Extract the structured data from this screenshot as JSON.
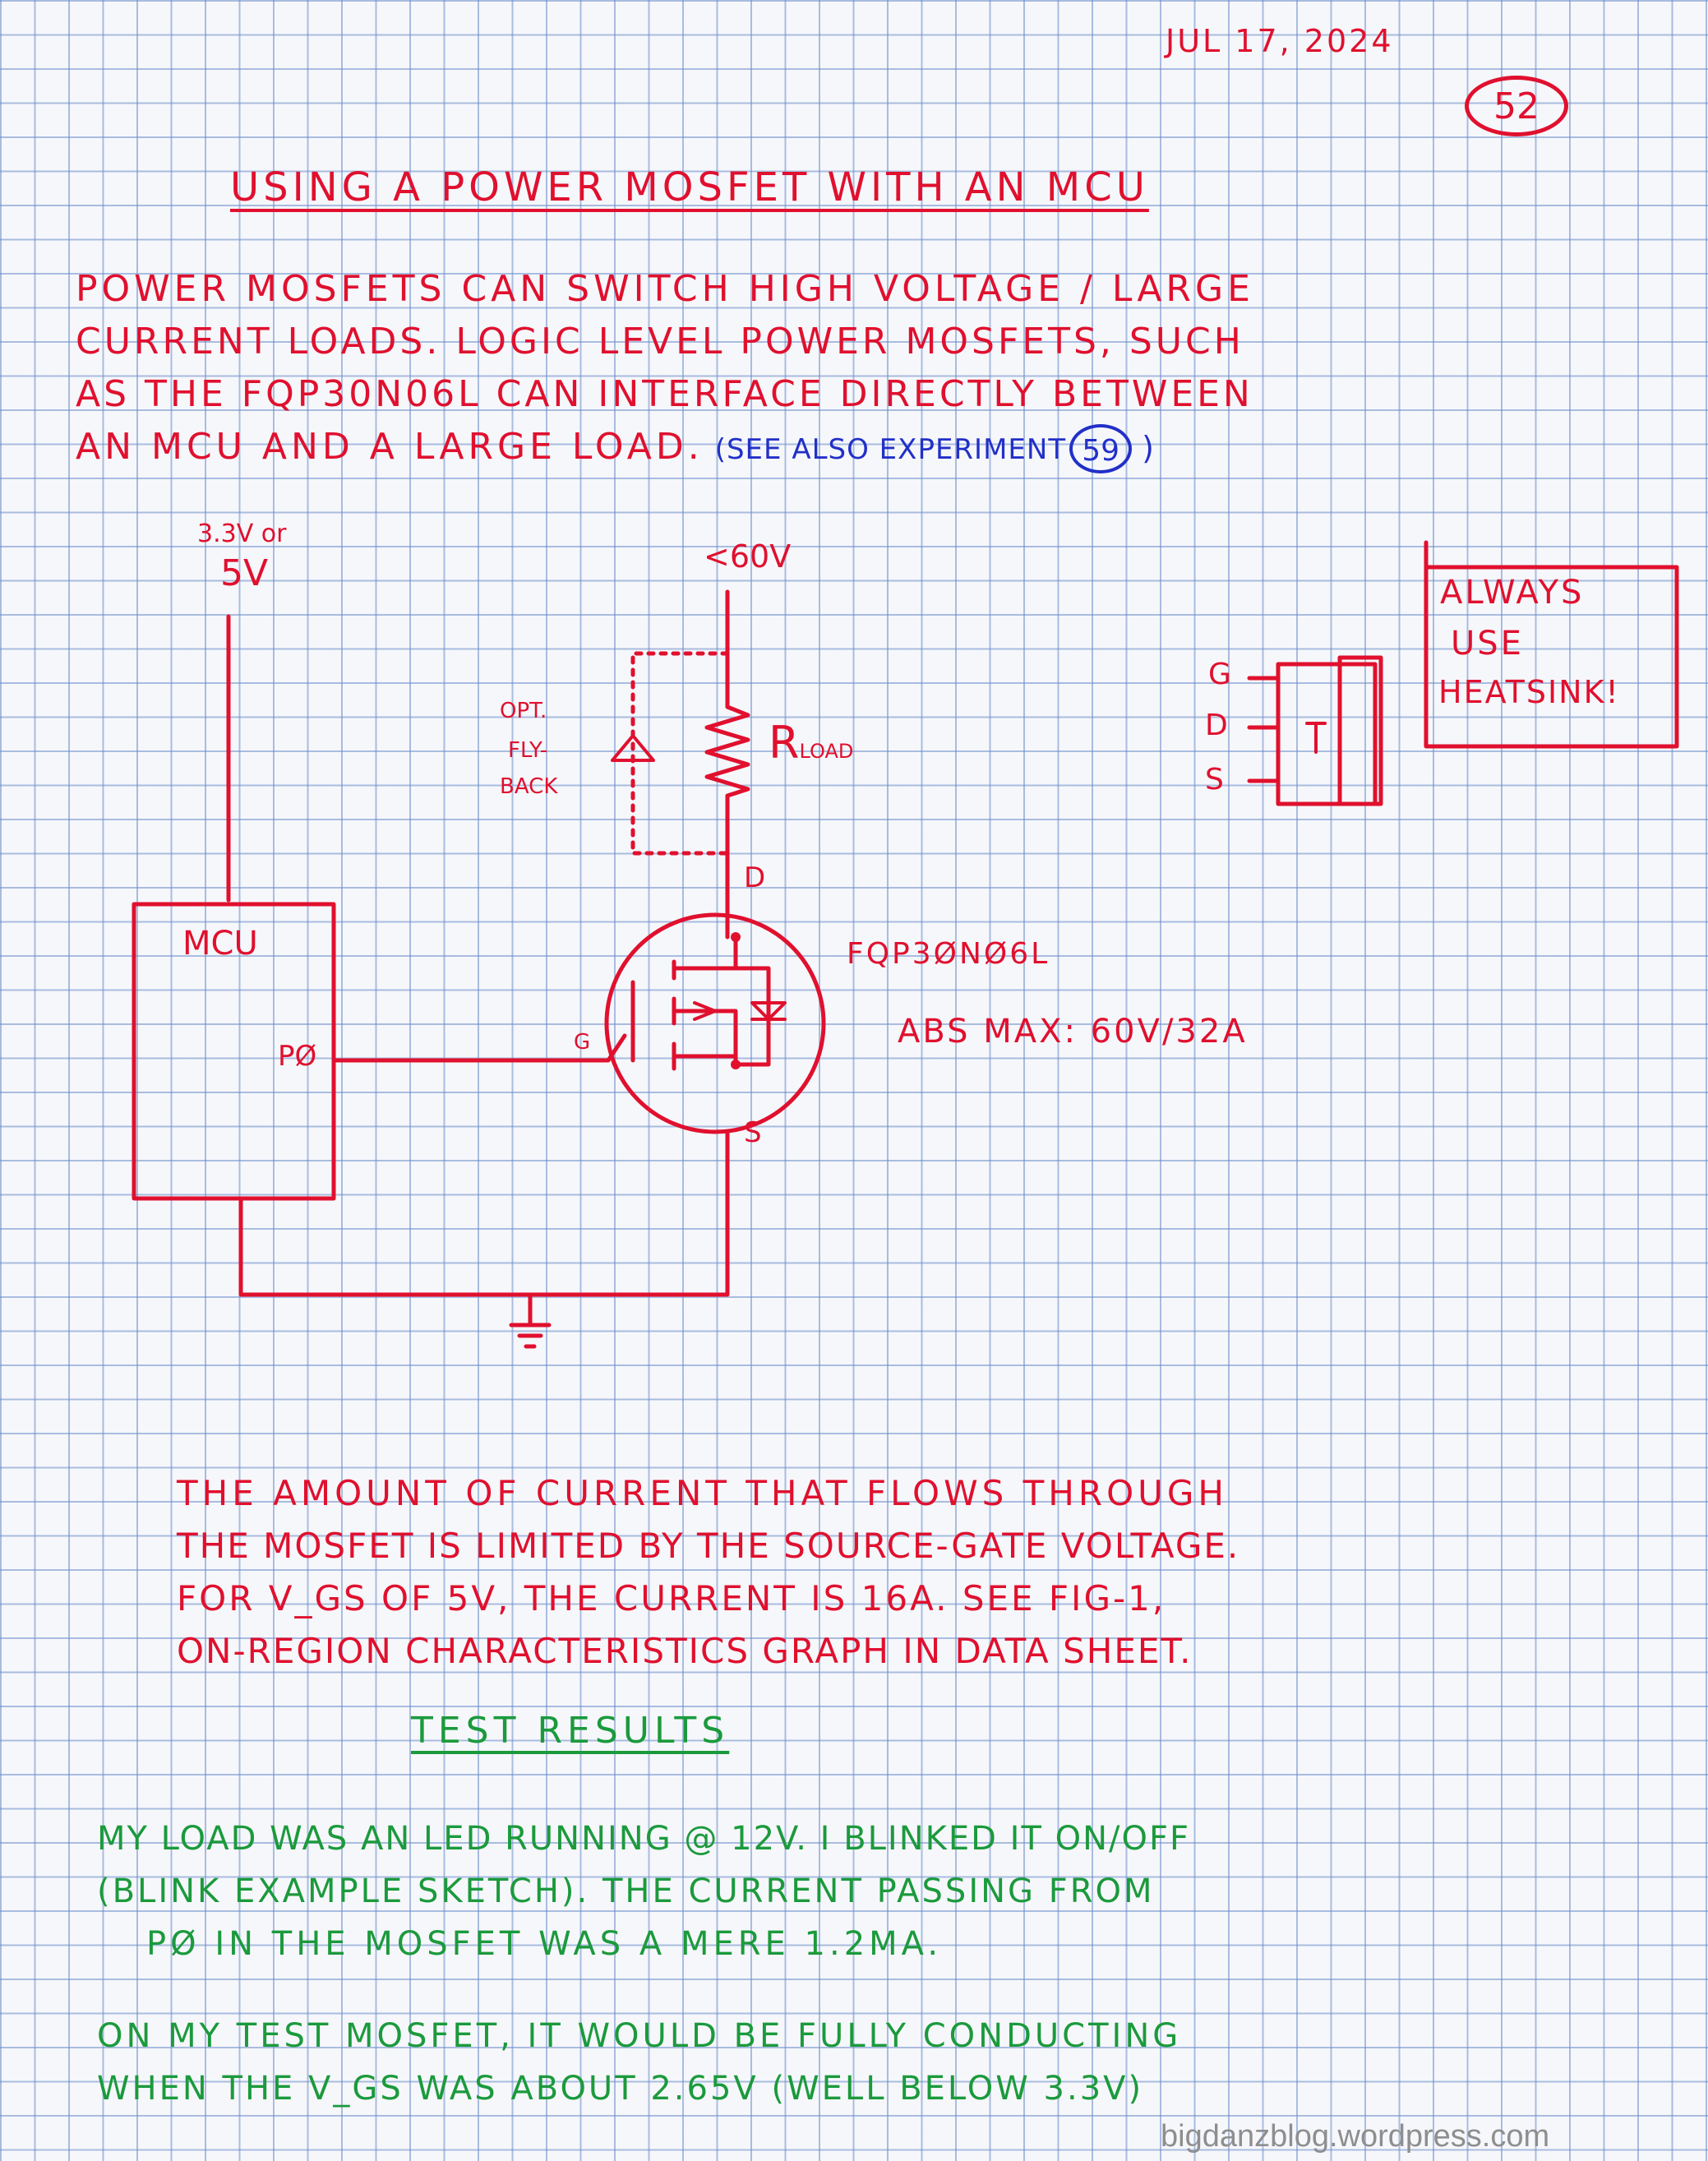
{
  "header": {
    "date": "Jul 17, 2024",
    "page_number": "52",
    "title": "Using a Power MOSFET with an MCU"
  },
  "intro": {
    "lines": [
      "Power MOSFETs can switch high voltage / large",
      "current loads. Logic level power MOSFETs, such",
      "as the FQP30N06L can interface directly between",
      "an MCU and a large load."
    ],
    "see_also_prefix": "(see also experiment",
    "see_also_ref": "59",
    "see_also_suffix": ")"
  },
  "schematic": {
    "supply_line1": "3.3V or",
    "supply_line2": "5V",
    "max_voltage": "<60V",
    "flyback_line1": "OPT.",
    "flyback_line2": "FLY-",
    "flyback_line3": "BACK",
    "resistor_symbol": "R",
    "resistor_subscript": "LOAD",
    "mcu_label": "MCU",
    "pin_label": "PØ",
    "gate_label": "G",
    "drain_label": "D",
    "source_label": "S",
    "part_number": "FQP3ØNØ6L",
    "abs_max": "ABS MAX: 60V/32A"
  },
  "package": {
    "pins": [
      "G",
      "D",
      "S"
    ],
    "note_line1": "ALWAYS",
    "note_line2": "USE",
    "note_line3": "HEATSINK!"
  },
  "current_note": {
    "lines": [
      "The amount of current that flows through",
      "the MOSFET is limited by the source-gate voltage.",
      "for V_GS of 5V, the current is 16A. See fig-1,",
      "on-region characteristics graph in data sheet."
    ]
  },
  "test_results": {
    "heading": "Test Results",
    "paragraph1": [
      "My load was an LED running @ 12V. I blinked it on/off",
      "(Blink example sketch). The current passing from",
      "PØ in the MOSFET was a mere 1.2µA."
    ],
    "paragraph2": [
      "On my test MOSFET, it would be fully conducting",
      "when the V_GS was about 2.65V (well below 3.3V)"
    ]
  },
  "watermark": "bigdanzblog.wordpress.com",
  "colors": {
    "red_ink": "#e0102e",
    "green_ink": "#1b9a3c",
    "blue_ink": "#2230c8",
    "grid": "#698cc8",
    "paper": "#f6f7fb"
  }
}
